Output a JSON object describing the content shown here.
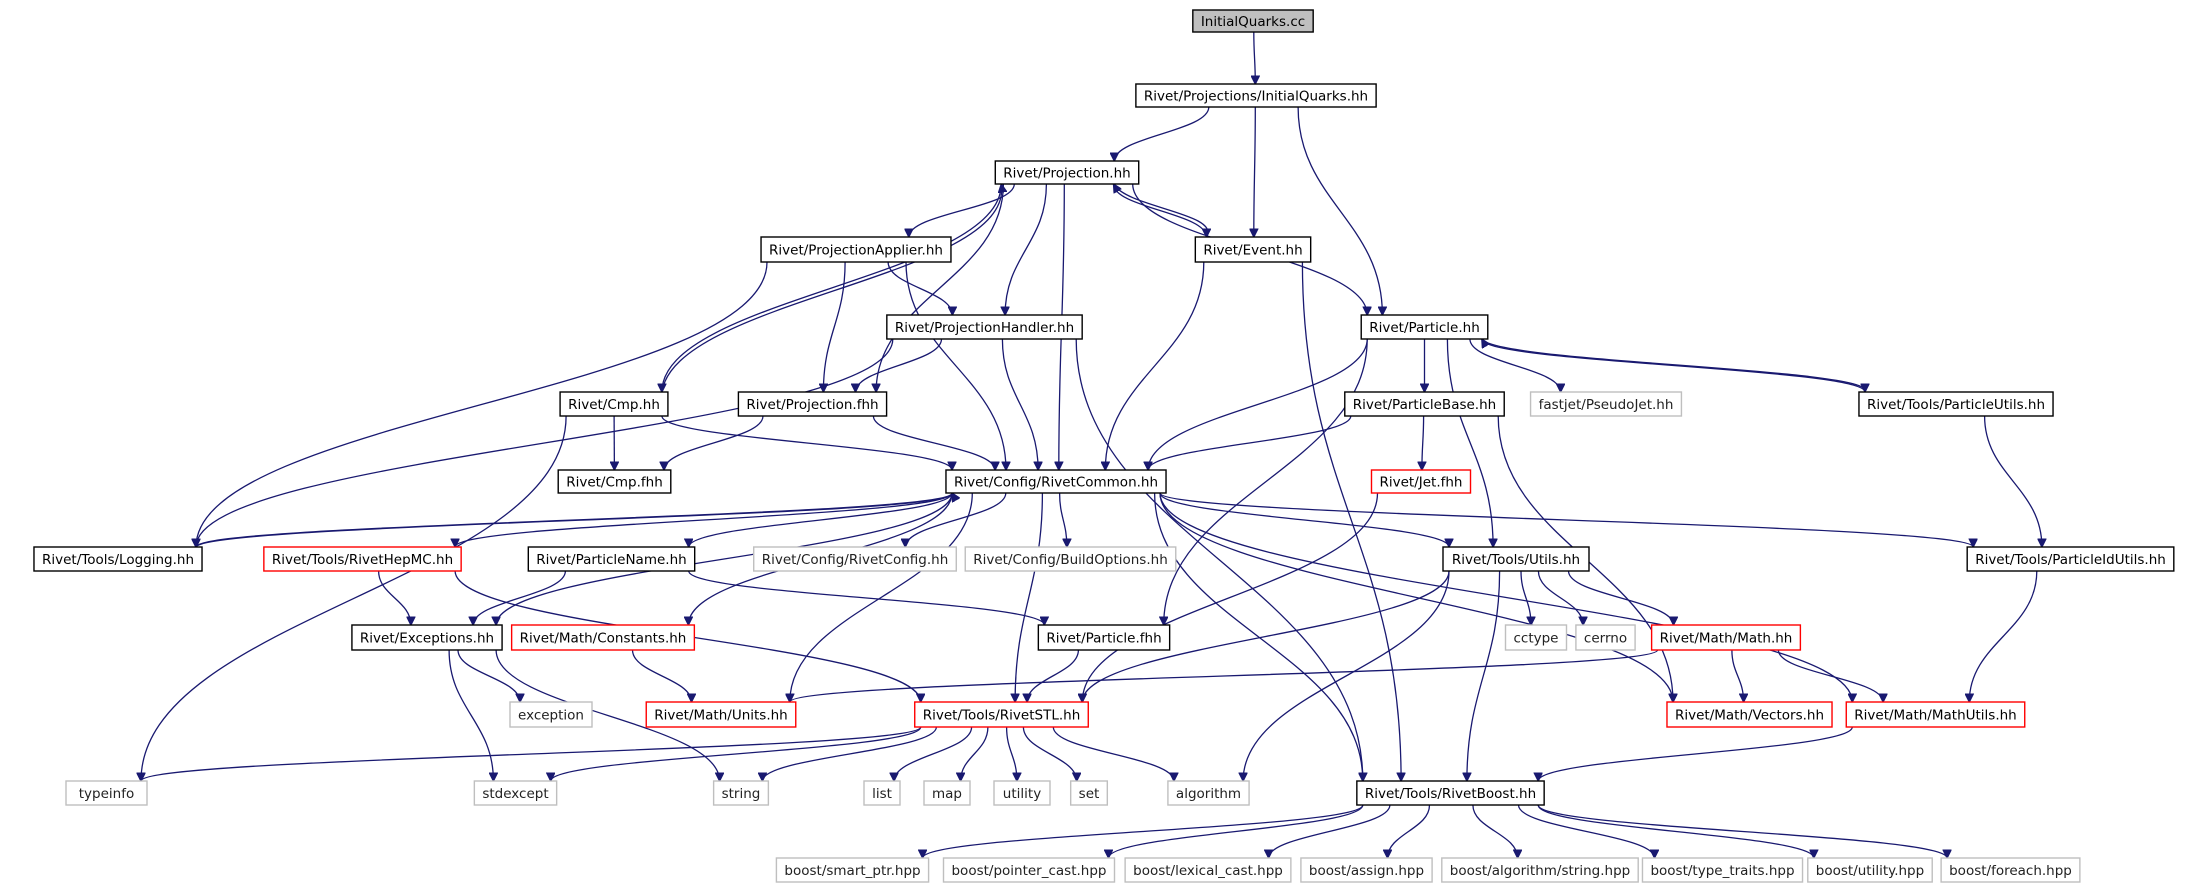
{
  "graph": {
    "colors": {
      "edge": "#191970",
      "documented": "#000000",
      "truncated": "#ff0000",
      "external": "#bfbfbf",
      "root_fill": "#bfbfbf"
    },
    "nodes": [
      {
        "id": "root",
        "label": "InitialQuarks.cc",
        "kind": "root"
      },
      {
        "id": "iqhh",
        "label": "Rivet/Projections/InitialQuarks.hh",
        "kind": "documented"
      },
      {
        "id": "proj",
        "label": "Rivet/Projection.hh",
        "kind": "documented"
      },
      {
        "id": "event",
        "label": "Rivet/Event.hh",
        "kind": "documented"
      },
      {
        "id": "papp",
        "label": "Rivet/ProjectionApplier.hh",
        "kind": "documented"
      },
      {
        "id": "particle",
        "label": "Rivet/Particle.hh",
        "kind": "documented"
      },
      {
        "id": "phand",
        "label": "Rivet/ProjectionHandler.hh",
        "kind": "documented"
      },
      {
        "id": "cmp",
        "label": "Rivet/Cmp.hh",
        "kind": "documented"
      },
      {
        "id": "pfhh",
        "label": "Rivet/Projection.fhh",
        "kind": "documented"
      },
      {
        "id": "pbase",
        "label": "Rivet/ParticleBase.hh",
        "kind": "documented"
      },
      {
        "id": "fastjet",
        "label": "fastjet/PseudoJet.hh",
        "kind": "external"
      },
      {
        "id": "putils",
        "label": "Rivet/Tools/ParticleUtils.hh",
        "kind": "documented"
      },
      {
        "id": "cmpf",
        "label": "Rivet/Cmp.fhh",
        "kind": "documented"
      },
      {
        "id": "common",
        "label": "Rivet/Config/RivetCommon.hh",
        "kind": "documented"
      },
      {
        "id": "jetf",
        "label": "Rivet/Jet.fhh",
        "kind": "truncated"
      },
      {
        "id": "logging",
        "label": "Rivet/Tools/Logging.hh",
        "kind": "documented"
      },
      {
        "id": "hepmc",
        "label": "Rivet/Tools/RivetHepMC.hh",
        "kind": "truncated"
      },
      {
        "id": "pname",
        "label": "Rivet/ParticleName.hh",
        "kind": "documented"
      },
      {
        "id": "rconfig",
        "label": "Rivet/Config/RivetConfig.hh",
        "kind": "external"
      },
      {
        "id": "build",
        "label": "Rivet/Config/BuildOptions.hh",
        "kind": "external"
      },
      {
        "id": "utils",
        "label": "Rivet/Tools/Utils.hh",
        "kind": "documented"
      },
      {
        "id": "pidu",
        "label": "Rivet/Tools/ParticleIdUtils.hh",
        "kind": "documented"
      },
      {
        "id": "exc",
        "label": "Rivet/Exceptions.hh",
        "kind": "documented"
      },
      {
        "id": "consts",
        "label": "Rivet/Math/Constants.hh",
        "kind": "truncated"
      },
      {
        "id": "pfh2",
        "label": "Rivet/Particle.fhh",
        "kind": "documented"
      },
      {
        "id": "cctype",
        "label": "cctype",
        "kind": "external"
      },
      {
        "id": "cerrno",
        "label": "cerrno",
        "kind": "external"
      },
      {
        "id": "mmath",
        "label": "Rivet/Math/Math.hh",
        "kind": "truncated"
      },
      {
        "id": "exception",
        "label": "exception",
        "kind": "external"
      },
      {
        "id": "units",
        "label": "Rivet/Math/Units.hh",
        "kind": "truncated"
      },
      {
        "id": "stl",
        "label": "Rivet/Tools/RivetSTL.hh",
        "kind": "truncated"
      },
      {
        "id": "vectors",
        "label": "Rivet/Math/Vectors.hh",
        "kind": "truncated"
      },
      {
        "id": "mutils",
        "label": "Rivet/Math/MathUtils.hh",
        "kind": "truncated"
      },
      {
        "id": "typeinfo",
        "label": "typeinfo",
        "kind": "external"
      },
      {
        "id": "stdexcept",
        "label": "stdexcept",
        "kind": "external"
      },
      {
        "id": "string",
        "label": "string",
        "kind": "external"
      },
      {
        "id": "list",
        "label": "list",
        "kind": "external"
      },
      {
        "id": "map",
        "label": "map",
        "kind": "external"
      },
      {
        "id": "utility",
        "label": "utility",
        "kind": "external"
      },
      {
        "id": "set",
        "label": "set",
        "kind": "external"
      },
      {
        "id": "algorithm",
        "label": "algorithm",
        "kind": "external"
      },
      {
        "id": "boost",
        "label": "Rivet/Tools/RivetBoost.hh",
        "kind": "documented"
      },
      {
        "id": "smartptr",
        "label": "boost/smart_ptr.hpp",
        "kind": "external"
      },
      {
        "id": "pcast",
        "label": "boost/pointer_cast.hpp",
        "kind": "external"
      },
      {
        "id": "lcast",
        "label": "boost/lexical_cast.hpp",
        "kind": "external"
      },
      {
        "id": "assign",
        "label": "boost/assign.hpp",
        "kind": "external"
      },
      {
        "id": "algstr",
        "label": "boost/algorithm/string.hpp",
        "kind": "external"
      },
      {
        "id": "ttraits",
        "label": "boost/type_traits.hpp",
        "kind": "external"
      },
      {
        "id": "butility",
        "label": "boost/utility.hpp",
        "kind": "external"
      },
      {
        "id": "foreach",
        "label": "boost/foreach.hpp",
        "kind": "external"
      }
    ],
    "edges": [
      [
        "root",
        "iqhh"
      ],
      [
        "iqhh",
        "proj"
      ],
      [
        "iqhh",
        "event"
      ],
      [
        "iqhh",
        "particle"
      ],
      [
        "proj",
        "papp"
      ],
      [
        "proj",
        "phand"
      ],
      [
        "proj",
        "event"
      ],
      [
        "proj",
        "particle"
      ],
      [
        "proj",
        "pfhh"
      ],
      [
        "proj",
        "common"
      ],
      [
        "proj",
        "cmp"
      ],
      [
        "event",
        "proj"
      ],
      [
        "event",
        "common"
      ],
      [
        "event",
        "boost"
      ],
      [
        "papp",
        "phand"
      ],
      [
        "papp",
        "pfhh"
      ],
      [
        "papp",
        "common"
      ],
      [
        "papp",
        "logging"
      ],
      [
        "phand",
        "pfhh"
      ],
      [
        "phand",
        "common"
      ],
      [
        "phand",
        "logging"
      ],
      [
        "phand",
        "boost"
      ],
      [
        "cmp",
        "proj"
      ],
      [
        "cmp",
        "cmpf"
      ],
      [
        "cmp",
        "common"
      ],
      [
        "cmp",
        "typeinfo"
      ],
      [
        "pfhh",
        "cmpf"
      ],
      [
        "pfhh",
        "common"
      ],
      [
        "particle",
        "common"
      ],
      [
        "particle",
        "pbase"
      ],
      [
        "particle",
        "fastjet"
      ],
      [
        "particle",
        "putils"
      ],
      [
        "particle",
        "pfh2"
      ],
      [
        "particle",
        "utils"
      ],
      [
        "putils",
        "particle"
      ],
      [
        "putils",
        "pidu"
      ],
      [
        "pbase",
        "common"
      ],
      [
        "pbase",
        "jetf"
      ],
      [
        "pbase",
        "vectors"
      ],
      [
        "jetf",
        "stl"
      ],
      [
        "common",
        "logging"
      ],
      [
        "common",
        "hepmc"
      ],
      [
        "common",
        "pname"
      ],
      [
        "common",
        "rconfig"
      ],
      [
        "common",
        "build"
      ],
      [
        "common",
        "utils"
      ],
      [
        "common",
        "pidu"
      ],
      [
        "common",
        "exc"
      ],
      [
        "common",
        "consts"
      ],
      [
        "common",
        "units"
      ],
      [
        "common",
        "stl"
      ],
      [
        "common",
        "boost"
      ],
      [
        "common",
        "vectors"
      ],
      [
        "common",
        "mutils"
      ],
      [
        "logging",
        "common"
      ],
      [
        "hepmc",
        "exc"
      ],
      [
        "hepmc",
        "stl"
      ],
      [
        "pname",
        "exc"
      ],
      [
        "pname",
        "pfh2"
      ],
      [
        "pfh2",
        "stl"
      ],
      [
        "consts",
        "units"
      ],
      [
        "utils",
        "cctype"
      ],
      [
        "utils",
        "cerrno"
      ],
      [
        "utils",
        "mmath"
      ],
      [
        "utils",
        "stl"
      ],
      [
        "utils",
        "boost"
      ],
      [
        "utils",
        "algorithm"
      ],
      [
        "mmath",
        "units"
      ],
      [
        "mmath",
        "vectors"
      ],
      [
        "mmath",
        "mutils"
      ],
      [
        "pidu",
        "mutils"
      ],
      [
        "mutils",
        "boost"
      ],
      [
        "exc",
        "exception"
      ],
      [
        "exc",
        "stdexcept"
      ],
      [
        "exc",
        "string"
      ],
      [
        "stl",
        "typeinfo"
      ],
      [
        "stl",
        "stdexcept"
      ],
      [
        "stl",
        "string"
      ],
      [
        "stl",
        "list"
      ],
      [
        "stl",
        "map"
      ],
      [
        "stl",
        "utility"
      ],
      [
        "stl",
        "set"
      ],
      [
        "stl",
        "algorithm"
      ],
      [
        "boost",
        "smartptr"
      ],
      [
        "boost",
        "pcast"
      ],
      [
        "boost",
        "lcast"
      ],
      [
        "boost",
        "assign"
      ],
      [
        "boost",
        "algstr"
      ],
      [
        "boost",
        "ttraits"
      ],
      [
        "boost",
        "butility"
      ],
      [
        "boost",
        "foreach"
      ]
    ]
  }
}
